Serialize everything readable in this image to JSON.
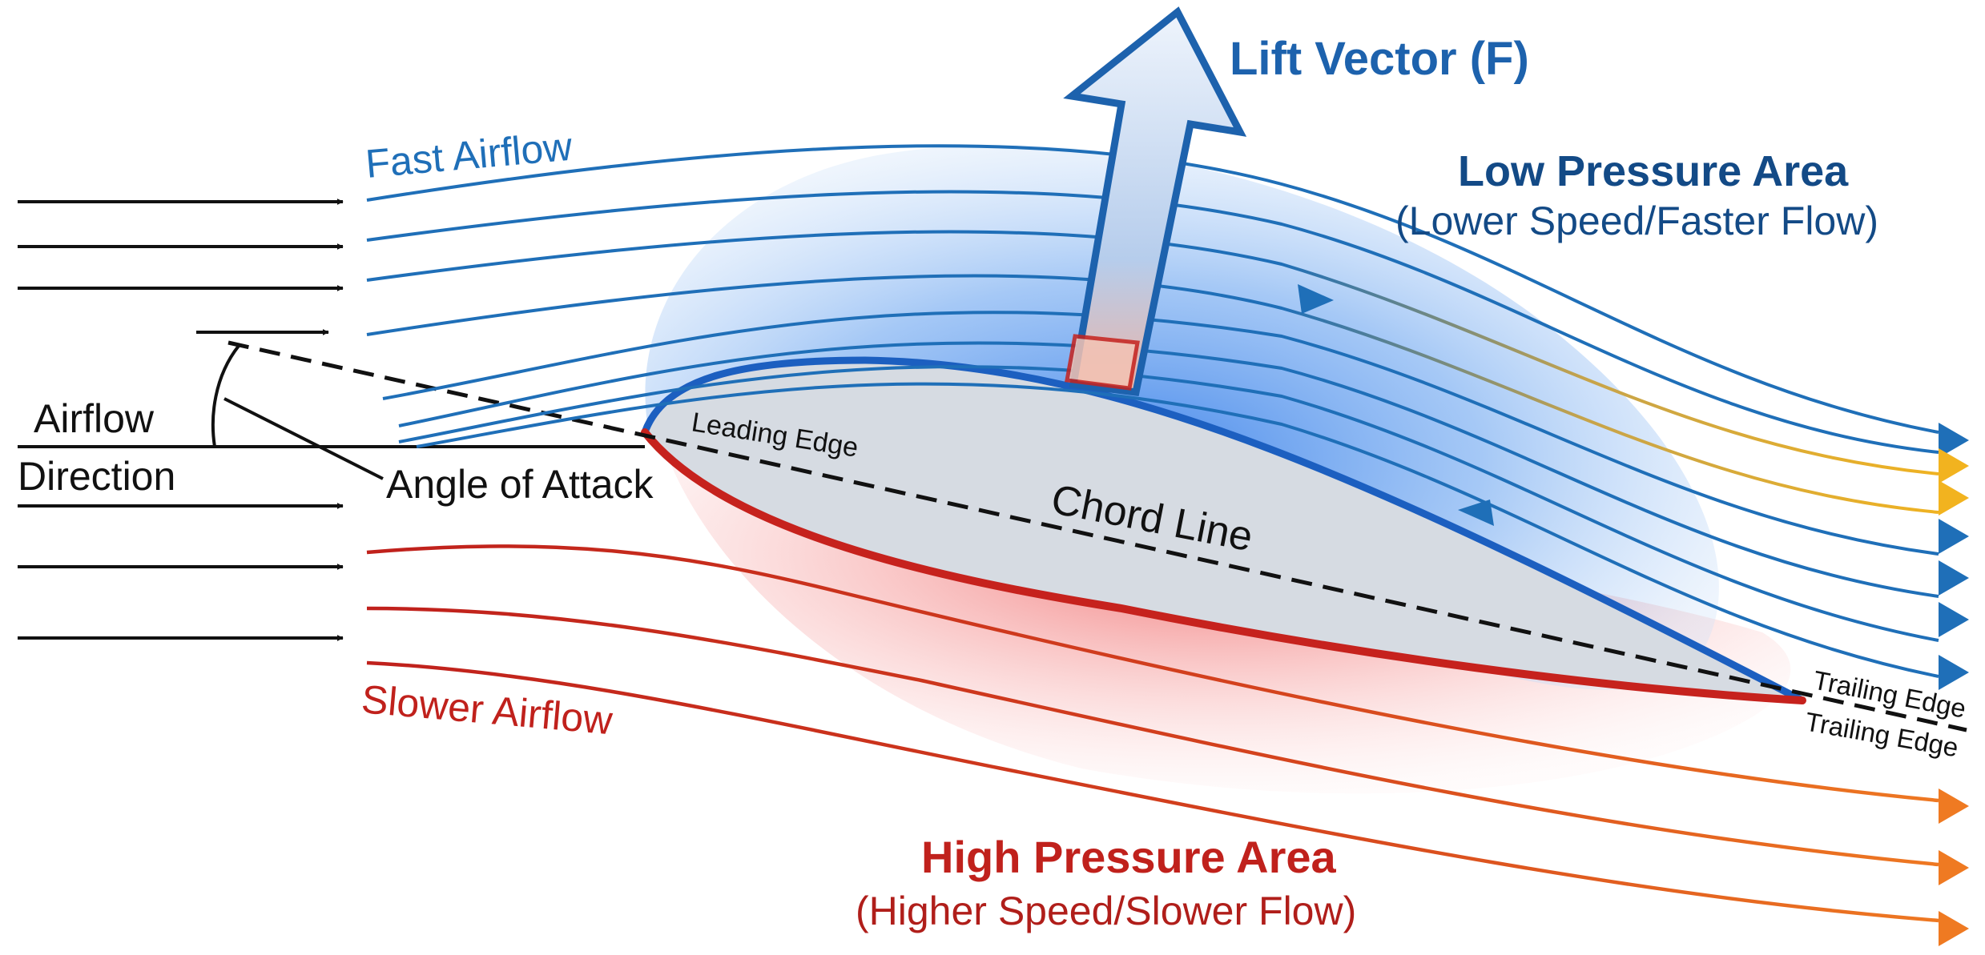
{
  "labels": {
    "lift_vector": "Lift Vector (F)",
    "fast_airflow": "Fast Airflow",
    "low_pressure_title": "Low Pressure Area",
    "low_pressure_subtitle": "(Lower Speed/Faster Flow)",
    "airflow_direction_line1": "Airflow",
    "airflow_direction_line2": "Direction",
    "angle_of_attack": "Angle of Attack",
    "leading_edge": "Leading Edge",
    "chord_line": "Chord Line",
    "trailing_edge_upper": "Trailing Edge",
    "trailing_edge_lower": "Trailing Edge",
    "slower_airflow": "Slower Airflow",
    "high_pressure_title": "High Pressure Area",
    "high_pressure_subtitle": "(Higher Speed/Slower Flow)"
  },
  "colors": {
    "upper_flow": "#1f6fb8",
    "lower_flow": "#c0211c",
    "outlet_orange": "#ef7a22",
    "outlet_yellow": "#f2b31f",
    "airfoil_fill": "#d6dbe2",
    "upper_surface": "#1c5fc0",
    "lower_surface": "#c6221d",
    "low_pressure_glow": "#5a9af0",
    "high_pressure_glow": "#f07474",
    "lift_arrow": "#1d62ad",
    "incoming_arrows": "#111111"
  },
  "icons": {
    "flow_arrowhead": "triangle-arrowhead",
    "lift_arrow": "block-arrow-up"
  }
}
